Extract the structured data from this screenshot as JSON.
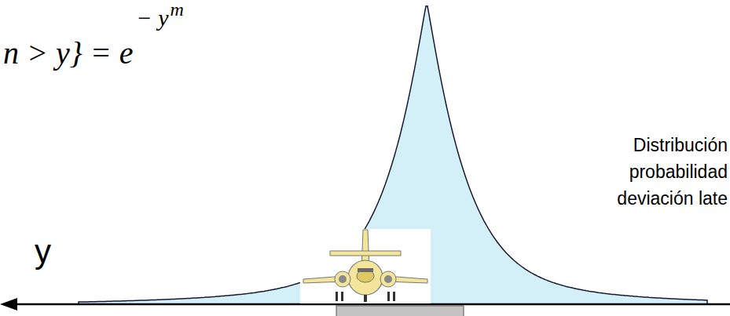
{
  "diagram": {
    "labels": [
      "n > y} = e",
      "− y",
      "m",
      "y",
      "Distribución",
      "probabilidad",
      "deviación late"
    ]
  }
}
